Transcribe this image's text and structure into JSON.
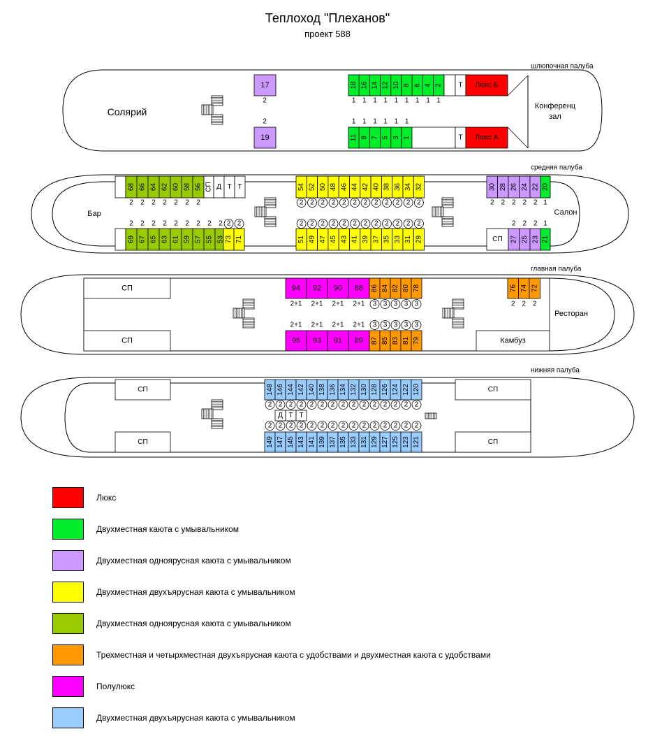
{
  "header": {
    "title": "Теплоход \"Плеханов\"",
    "subtitle": "проект 588"
  },
  "colors": {
    "lux": "#ff0000",
    "green": "#00ee2a",
    "lilac": "#cc99ff",
    "yellow": "#ffff00",
    "olive": "#99cc00",
    "orange": "#ff9900",
    "magenta": "#ff00ff",
    "blue": "#99ccff"
  },
  "decks": {
    "boat": {
      "label": "шлюпочная палуба",
      "solarium": "Солярий",
      "conference": [
        "Конференц",
        "зал"
      ],
      "cabin_17": "17",
      "cabin_19": "19",
      "berth_17": "2",
      "berth_19": "2",
      "top_cabins": [
        "18",
        "16",
        "14",
        "12",
        "10",
        "8",
        "6",
        "4",
        "2"
      ],
      "top_berths": [
        "1",
        "1",
        "1",
        "1",
        "1",
        "1",
        "1",
        "1",
        "1"
      ],
      "bottom_cabins": [
        "11",
        "9",
        "7",
        "5",
        "3",
        "1"
      ],
      "bottom_berths": [
        "1",
        "1",
        "1",
        "1",
        "1",
        "1"
      ],
      "lux_b": "Люкс Б",
      "lux_a": "Люкс А",
      "toilet": "Т"
    },
    "middle": {
      "label": "средняя палуба",
      "bar": "Бар",
      "salon": "Салон",
      "top_left_cabins": [
        "68",
        "66",
        "64",
        "62",
        "60",
        "58",
        "56"
      ],
      "top_left_berths": [
        "2",
        "2",
        "2",
        "2",
        "2",
        "2",
        "2"
      ],
      "top_left_service": [
        "СП",
        "Д",
        "Т",
        "Т"
      ],
      "bottom_left_cabins": [
        "69",
        "67",
        "65",
        "63",
        "61",
        "59",
        "57",
        "55",
        "53"
      ],
      "bottom_left_berths": [
        "2",
        "2",
        "2",
        "2",
        "2",
        "2",
        "2",
        "2",
        "2"
      ],
      "bottom_left_yellow": [
        "73",
        "71"
      ],
      "bottom_left_yellow_berths": [
        "2",
        "2"
      ],
      "top_center_cabins": [
        "54",
        "52",
        "50",
        "48",
        "46",
        "44",
        "42",
        "40",
        "38",
        "36",
        "34",
        "32"
      ],
      "bottom_center_cabins": [
        "51",
        "49",
        "47",
        "45",
        "43",
        "41",
        "39",
        "37",
        "35",
        "33",
        "31",
        "29"
      ],
      "center_berths": [
        "2",
        "2",
        "2",
        "2",
        "2",
        "2",
        "2",
        "2",
        "2",
        "2",
        "2",
        "2"
      ],
      "top_right_cabins": [
        "30",
        "28",
        "26",
        "24",
        "22"
      ],
      "top_right_green": "20",
      "top_right_berths": [
        "2",
        "2",
        "2",
        "2",
        "2",
        "1"
      ],
      "bottom_right_service": "СП",
      "bottom_right_cabins": [
        "27",
        "25",
        "23"
      ],
      "bottom_right_green": "21",
      "bottom_right_berths": [
        "2",
        "2",
        "2",
        "1"
      ]
    },
    "main": {
      "label": "главная палуба",
      "restaurant": "Ресторан",
      "galley": "Камбуз",
      "sp": "СП",
      "top_magenta": [
        "94",
        "92",
        "90",
        "88"
      ],
      "top_orange": [
        "86",
        "84",
        "82",
        "80",
        "78"
      ],
      "bottom_magenta": [
        "95",
        "93",
        "91",
        "89"
      ],
      "bottom_orange": [
        "87",
        "85",
        "83",
        "81",
        "79"
      ],
      "magenta_berths": [
        "2+1",
        "2+1",
        "2+1",
        "2+1"
      ],
      "orange_berths": [
        "3",
        "3",
        "3",
        "3",
        "3"
      ],
      "right_cabins": [
        "76",
        "74",
        "72"
      ],
      "right_berths": [
        "2",
        "2",
        "2"
      ]
    },
    "lower": {
      "label": "нижняя палуба",
      "sp": "СП",
      "top_cabins": [
        "148",
        "146",
        "144",
        "142",
        "140",
        "138",
        "136",
        "134",
        "132",
        "130",
        "128",
        "126",
        "124",
        "122",
        "120"
      ],
      "bottom_cabins": [
        "149",
        "147",
        "145",
        "143",
        "141",
        "139",
        "137",
        "135",
        "133",
        "131",
        "129",
        "127",
        "125",
        "123",
        "121"
      ],
      "berths": [
        "2",
        "2",
        "2",
        "2",
        "2",
        "2",
        "2",
        "2",
        "2",
        "2",
        "2",
        "2",
        "2",
        "2",
        "2"
      ],
      "service": [
        "Д",
        "Т",
        "Т"
      ]
    }
  },
  "legend": [
    {
      "label": "Люкс",
      "color": "#ff0000"
    },
    {
      "label": "Двухместная каюта с умывальником",
      "color": "#00ee2a"
    },
    {
      "label": "Двухместная одноярусная каюта с умывальником",
      "color": "#cc99ff"
    },
    {
      "label": "Двухместная двухъярусная каюта с умывальником",
      "color": "#ffff00"
    },
    {
      "label": "Двухместная одноярусная каюта с умывальником",
      "color": "#99cc00"
    },
    {
      "label": "Трехместная и четырхместная двухъярусная каюта с удобствами и двухместная каюта с удобствами",
      "color": "#ff9900"
    },
    {
      "label": "Полулюкс",
      "color": "#ff00ff"
    },
    {
      "label": "Двухместная двухъярусная каюта с умывальником",
      "color": "#99ccff"
    }
  ]
}
